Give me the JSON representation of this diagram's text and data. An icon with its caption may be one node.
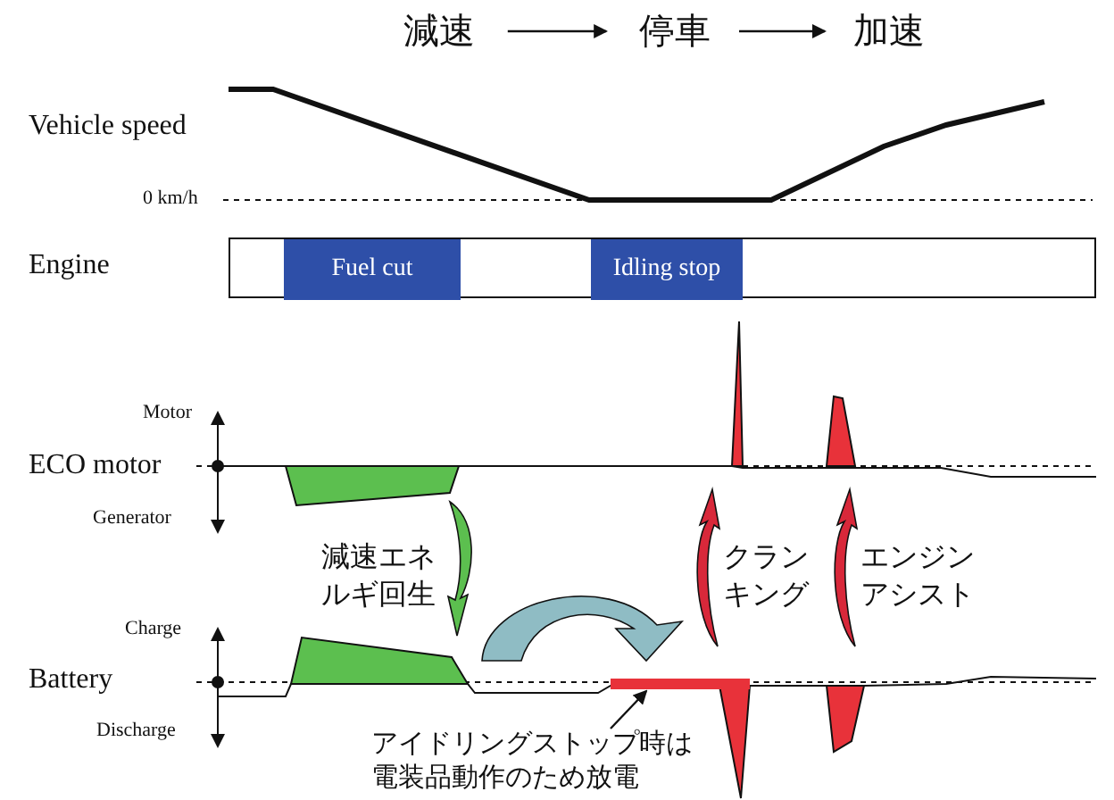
{
  "diagram": {
    "nodes": [
      {
        "text": [
          "減速"
        ]
      },
      {
        "text": [
          "停車"
        ]
      },
      {
        "text": [
          "加速"
        ]
      },
      {
        "text": [],
        "shape": "bar"
      },
      {
        "text": [
          "Fuel cut"
        ],
        "in": 3
      },
      {
        "text": [
          "Idling stop"
        ],
        "in": 3
      },
      {
        "text": [
          "アイドリングストップ時は電装品動作のため放電"
        ]
      },
      {
        "text": [],
        "shape": "bar"
      }
    ],
    "edges": [
      {
        "from": 0,
        "to": 1,
        "arrow": "to"
      },
      {
        "from": 1,
        "to": 2,
        "arrow": "to"
      },
      {
        "from": 6,
        "to": 7,
        "arrow": "to"
      }
    ],
    "labels": [
      "Vehicle speed",
      "0 km/h",
      "Engine",
      "Motor",
      "ECO motor",
      "Generator",
      "減速エネルギ回生",
      "クランキング",
      "エンジンアシスト",
      "Charge",
      "Battery",
      "Discharge"
    ]
  }
}
